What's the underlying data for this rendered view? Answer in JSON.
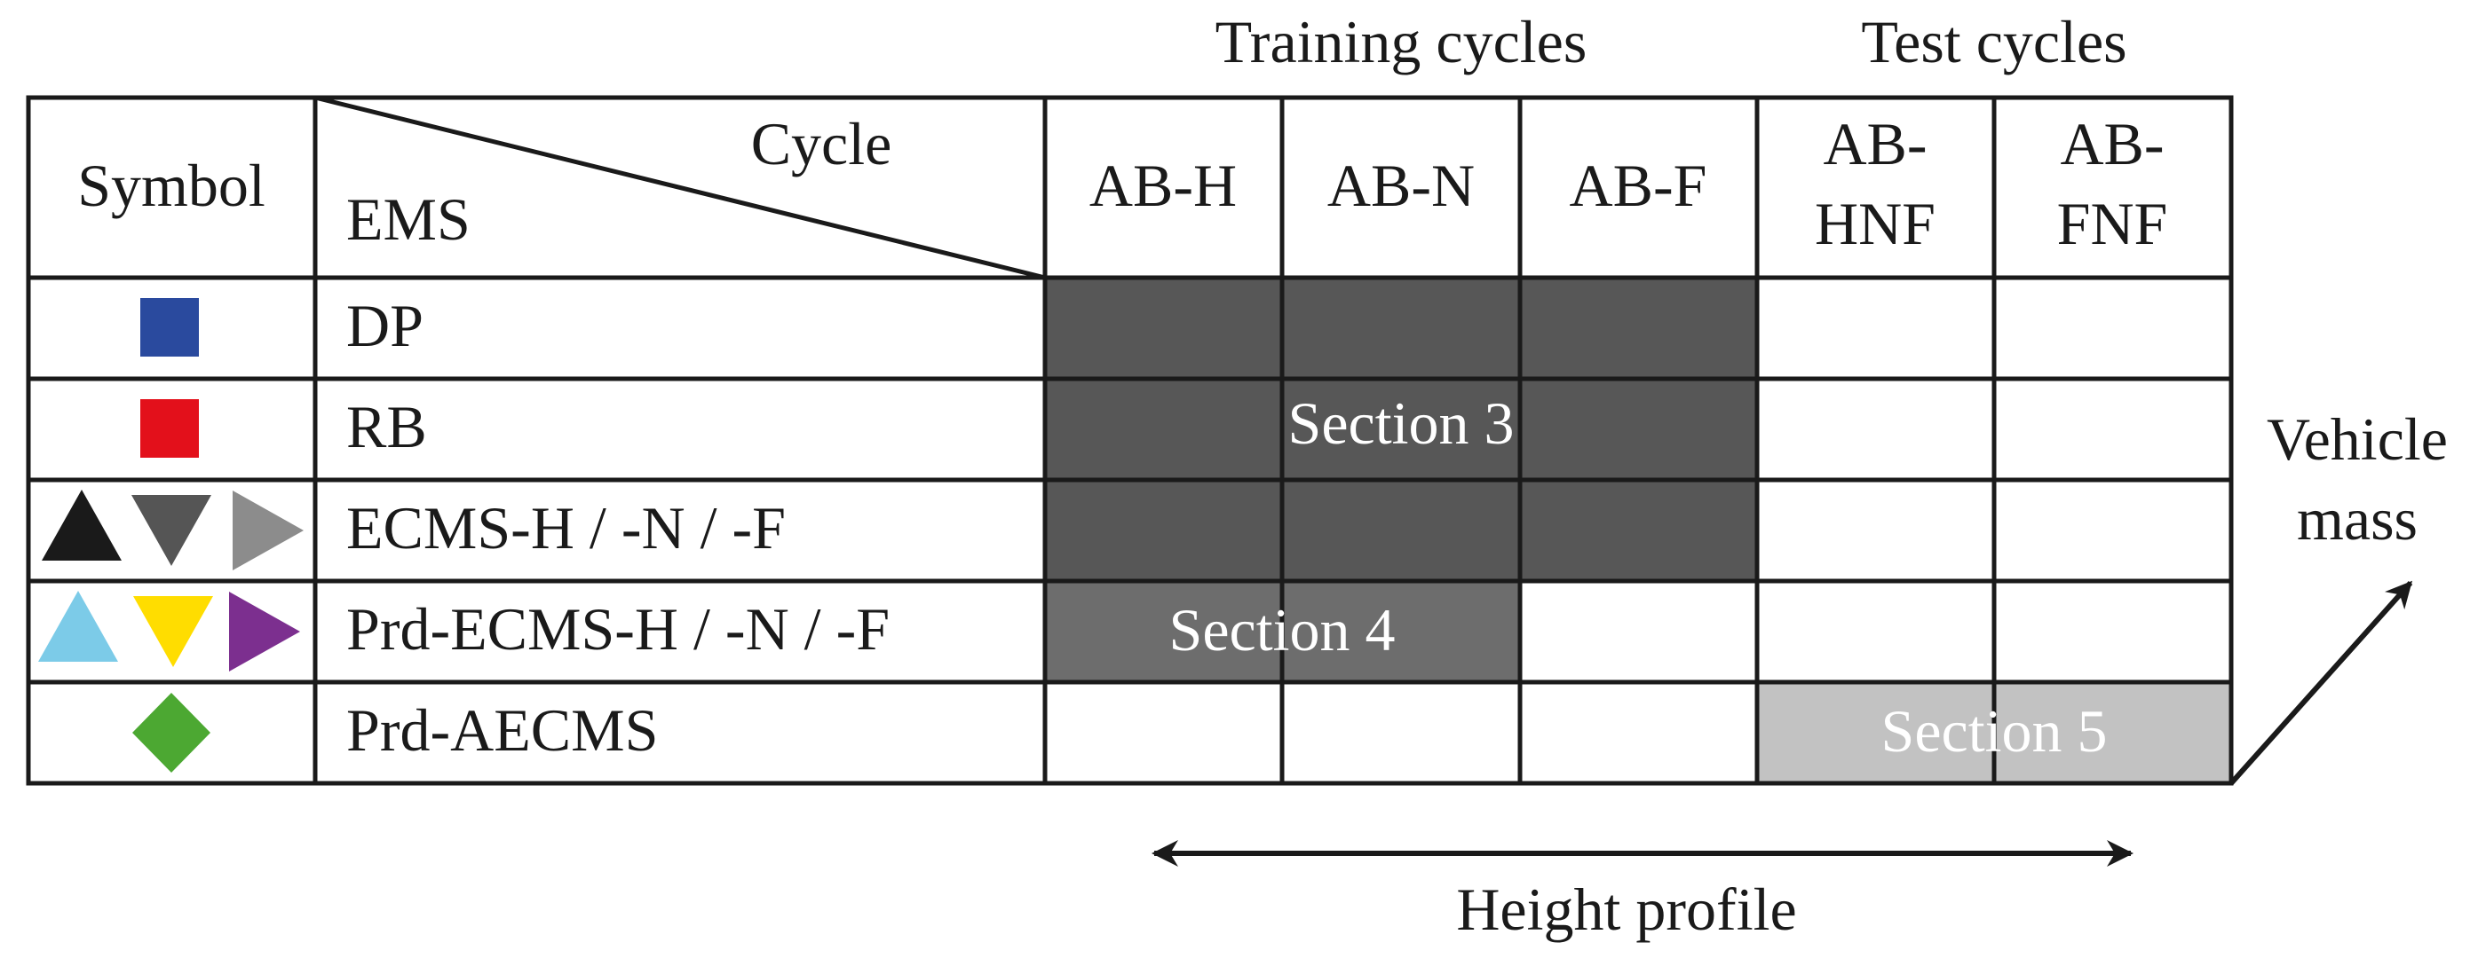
{
  "group_headers": {
    "training": "Training cycles",
    "test": "Test cycles"
  },
  "corner": {
    "symbol_label": "Symbol",
    "cycle_label": "Cycle",
    "ems_label": "EMS"
  },
  "columns": [
    {
      "line1": "AB-H",
      "line2": ""
    },
    {
      "line1": "AB-N",
      "line2": ""
    },
    {
      "line1": "AB-F",
      "line2": ""
    },
    {
      "line1": "AB-",
      "line2": "HNF"
    },
    {
      "line1": "AB-",
      "line2": "FNF"
    }
  ],
  "rows": [
    {
      "ems": "DP",
      "symbols": [
        {
          "shape": "square",
          "color": "#2a4a9e"
        }
      ]
    },
    {
      "ems": "RB",
      "symbols": [
        {
          "shape": "square",
          "color": "#e3101b"
        }
      ]
    },
    {
      "ems": "ECMS-H / -N / -F",
      "symbols": [
        {
          "shape": "triangle-up",
          "color": "#1a1a1a"
        },
        {
          "shape": "triangle-down",
          "color": "#555555"
        },
        {
          "shape": "triangle-right",
          "color": "#8c8c8c"
        }
      ]
    },
    {
      "ems": "Prd-ECMS-H / -N / -F",
      "symbols": [
        {
          "shape": "triangle-up",
          "color": "#7ccbe8"
        },
        {
          "shape": "triangle-down",
          "color": "#ffdd00"
        },
        {
          "shape": "triangle-right",
          "color": "#7c2f8f"
        }
      ]
    },
    {
      "ems": "Prd-AECMS",
      "symbols": [
        {
          "shape": "diamond",
          "color": "#4ca832"
        }
      ]
    }
  ],
  "sections": [
    {
      "label": "Section 3",
      "fill": "#575757"
    },
    {
      "label": "Section 4",
      "fill": "#6d6d6d"
    },
    {
      "label": "Section 5",
      "fill": "#c2c2c2"
    }
  ],
  "arrows": {
    "height_profile": "Height profile",
    "vehicle_mass_line1": "Vehicle",
    "vehicle_mass_line2": "mass"
  }
}
